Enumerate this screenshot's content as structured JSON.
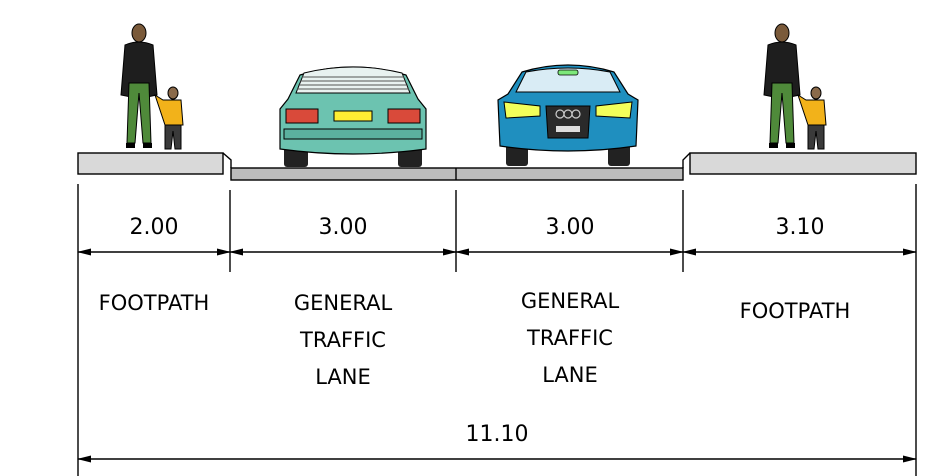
{
  "section": {
    "segments": [
      {
        "dimension": "2.00",
        "label_lines": [
          "FOOTPATH"
        ]
      },
      {
        "dimension": "3.00",
        "label_lines": [
          "GENERAL",
          "TRAFFIC",
          "LANE"
        ]
      },
      {
        "dimension": "3.00",
        "label_lines": [
          "GENERAL",
          "TRAFFIC",
          "LANE"
        ]
      },
      {
        "dimension": "3.10",
        "label_lines": [
          "FOOTPATH"
        ]
      }
    ],
    "total_dimension": "11.10"
  },
  "colors": {
    "footpath_fill": "#d9d9d9",
    "road_fill": "#bdbdbd",
    "car_left_body": "#6cc3b0",
    "car_right_body": "#1f8fbf",
    "adult_jacket": "#1e1e1e",
    "adult_trousers": "#4f8a3a",
    "child_jacket": "#f2b21a"
  }
}
